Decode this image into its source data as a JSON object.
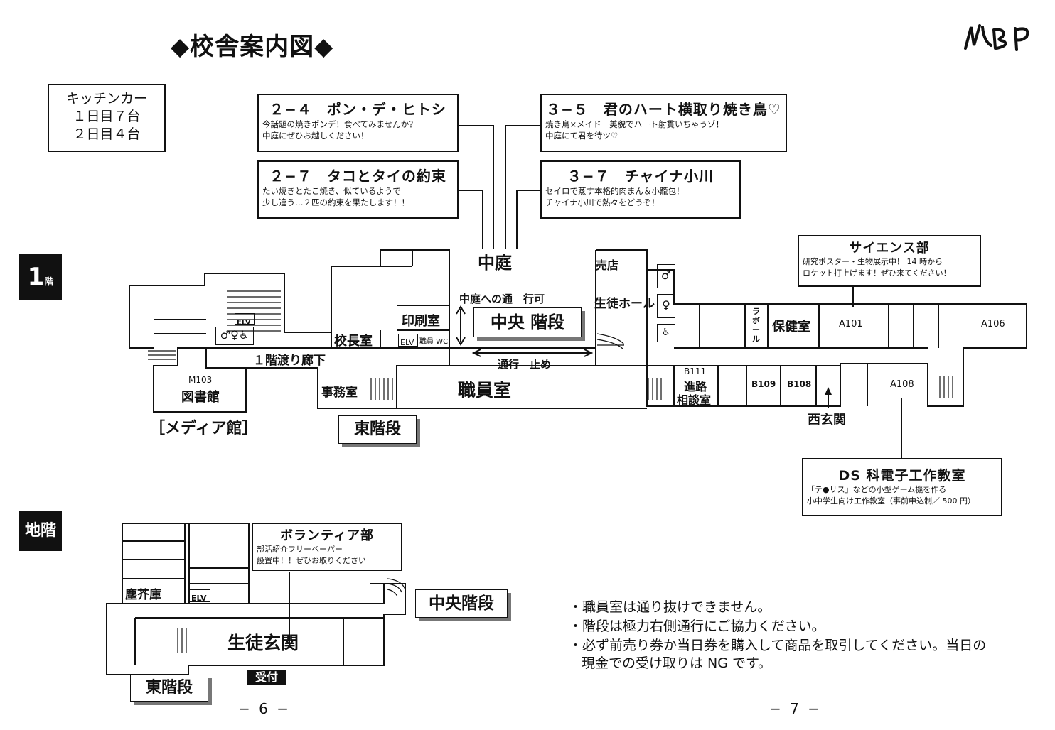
{
  "header": {
    "title": "◆校舎案内図◆",
    "logo_text": "MBP"
  },
  "kitchen_car": {
    "line1": "キッチンカー",
    "line2": "１日目７台",
    "line3": "２日目４台"
  },
  "floors": {
    "first": "1",
    "first_suffix": "階",
    "basement": "地階"
  },
  "callouts": {
    "c24": {
      "title": "２−４　ポン・デ・ヒトシ",
      "line1": "今話題の焼きポンデ！食べてみませんか？",
      "line2": "中庭にぜひお越しください！"
    },
    "c27": {
      "title": "２−７　タコとタイの約束",
      "line1": "たい焼きとたこ焼き、似ているようで",
      "line2": "少し違う…２匹の約束を果たします！！"
    },
    "c35": {
      "title": "３−５　君のハート横取り焼き鳥♡",
      "line1": "焼き鳥×メイド　美貌でハート射貫いちゃうゾ！",
      "line2": "中庭にて君を待ツ♡"
    },
    "c37": {
      "title": "３−７　チャイナ小川",
      "line1": "セイロで蒸す本格的肉まん＆小籠包！",
      "line2": "チャイナ小川で熱々をどうぞ！"
    },
    "science": {
      "title": "サイエンス部",
      "line1": "研究ポスター・生物展示中！ 14 時から",
      "line2": "ロケット打上げます！ぜひ来てください！"
    },
    "ds": {
      "title": "DS 科電子工作教室",
      "line1": "「テ●リス」などの小型ゲーム機を作る",
      "line2": "小中学生向け工作教室（事前申込制／ 500 円）"
    },
    "volunteer": {
      "title": "ボランティア部",
      "line1": "部活紹介フリーペーパー",
      "line2": "設置中！！ぜひお取りください"
    }
  },
  "map_labels": {
    "courtyard": "中庭",
    "courtyard_pass": "中庭への通　行可",
    "central_stairs": "中央 階段",
    "print_room": "印刷室",
    "principal": "校長室",
    "elv": "ELV",
    "staff_wc": "職員 WC",
    "corridor": "１階渡り廊下",
    "no_pass": "通行　止め",
    "office": "事務室",
    "staff_room": "職員室",
    "east_stairs": "東階段",
    "m103": "M103",
    "library": "図書館",
    "media_hall": "［メディア館］",
    "store": "売店",
    "student_hall": "生徒ホール",
    "lab_a": "ラ",
    "lab_b": "ボ",
    "lab_c": "ー",
    "lab_d": "ル",
    "nurse": "保健室",
    "a101": "A101",
    "a106": "A106",
    "b111": "B111",
    "career1": "進路",
    "career2": "相談室",
    "b109": "B109",
    "b108": "B108",
    "a108": "A108",
    "west_entrance": "西玄関"
  },
  "basement_labels": {
    "dust": "塵芥庫",
    "elv": "ELV",
    "central_stairs": "中央階段",
    "entrance": "生徒玄関",
    "reception": "受付",
    "east_stairs": "東階段"
  },
  "notes": {
    "n1": "・職員室は通り抜けできません。",
    "n2": "・階段は極力右側通行にご協力ください。",
    "n3": "・必ず前売り券か当日券を購入して商品を取引してください。当日の",
    "n4": "現金での受け取りは NG です。"
  },
  "pages": {
    "left": "− 6 −",
    "right": "− 7 −"
  }
}
